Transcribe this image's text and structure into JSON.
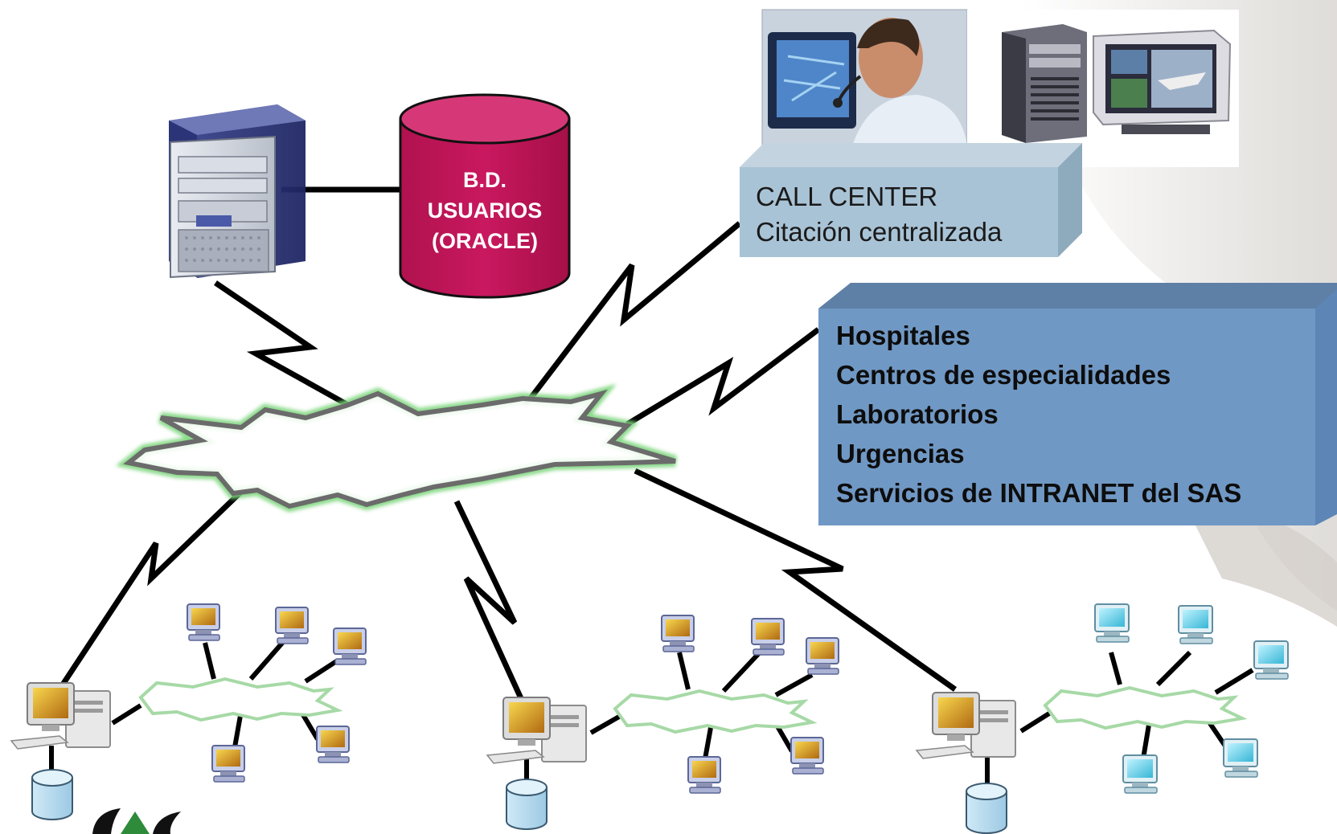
{
  "database": {
    "lines": [
      "B.D.",
      "USUARIOS",
      "(ORACLE)"
    ],
    "color": "#c2185b"
  },
  "call_center": {
    "lines": [
      "CALL CENTER",
      "Citación centralizada"
    ]
  },
  "hospitals_box": {
    "lines": [
      "Hospitales",
      "Centros de especialidades",
      "Laboratorios",
      "Urgencias",
      "Servicios de INTRANET del SAS"
    ]
  },
  "colors": {
    "call_center_box": "#a9c3d6",
    "hospitals_box": "#7098c4",
    "network_cloud_glow": "#7ed67e",
    "link_line": "#000000"
  },
  "icons": [
    "server-icon",
    "database-icon",
    "call-center-agent-photo",
    "workstation-photo",
    "network-cloud-icon",
    "pc-icon",
    "monitor-icon",
    "small-database-icon",
    "logo-icon"
  ]
}
